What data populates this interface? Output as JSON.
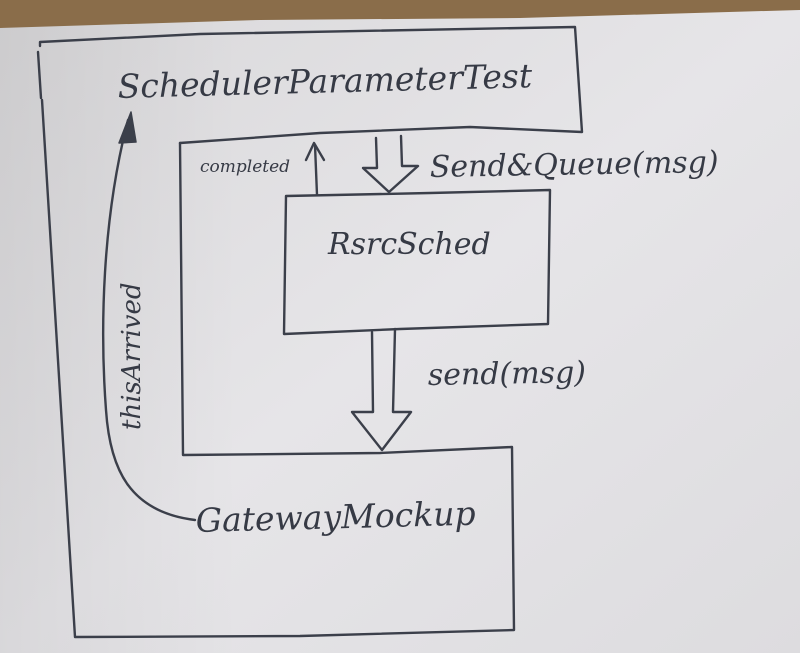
{
  "diagram": {
    "nodes": {
      "scheduler_parameter_test": "SchedulerParameterTest",
      "rsrc_sched": "RsrcSched",
      "gateway_mockup": "GatewayMockup"
    },
    "edges": {
      "send_and_queue": "Send&Queue(msg)",
      "completed": "completed",
      "send": "send(msg)",
      "this_arrived": "thisArrived"
    }
  }
}
